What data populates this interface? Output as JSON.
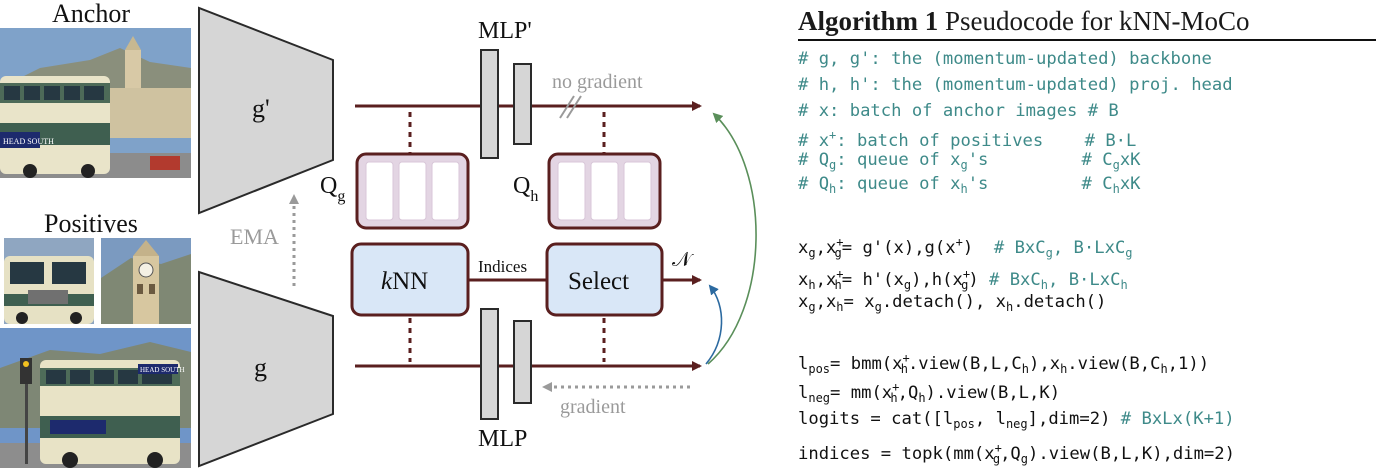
{
  "figure": {
    "anchor_label": "Anchor",
    "positives_label": "Positives",
    "g_prime_label": "g'",
    "g_label": "g",
    "ema_label": "EMA",
    "mlp_prime_label": "MLP'",
    "mlp_label": "MLP",
    "qg_label": "Q",
    "qg_sub": "g",
    "qh_label": "Q",
    "qh_sub": "h",
    "knn_k": "k",
    "knn_rest": "NN",
    "indices_label": "Indices",
    "select_label": "Select",
    "n_label": "𝒩",
    "no_gradient_label": "no gradient",
    "gradient_label": "gradient",
    "bus_sign": "HEAD SOUTH"
  },
  "colors": {
    "encoder_fill": "#d6d6d6",
    "queue_fill": "#e3d5e3",
    "queue_border": "#5a1f1f",
    "block_fill": "#d9e7f7",
    "arrow_dark": "#5a1f1f",
    "arrow_green": "#5a8f5a",
    "arrow_blue": "#2c6aa0",
    "comment_teal": "#3e8a89",
    "muted_gray": "#9a9a9a"
  },
  "algorithm": {
    "title_bold": "Algorithm 1",
    "title_rest": "Pseudocode for kNN-MoCo",
    "comments": [
      "# g, g': the (momentum-updated) backbone",
      "# h, h': the (momentum-updated) proj. head",
      "# x: batch of anchor images # B",
      "# x⁺: batch of positives    # B·L",
      "# Q_g: queue of x_g's       # C_g xK",
      "# Q_h: queue of x_h's       # C_h xK"
    ],
    "code_lines": [
      "x_g ,x⁺_g= g'(x),g(x⁺)  # BxC_g , B·LxC_g",
      "x_h ,x⁺_h= h'(x_g),h(x⁺_g) # BxC_h , B·LxC_h",
      "x_g ,x_h= x_g .detach(), x_h .detach()",
      "l_pos= bmm(x⁺_h .view(B,L,C_h),x_h .view(B,C_h ,1))",
      "l_neg= mm(x⁺_h ,Q_h).view(B,L,K)",
      "logits = cat([l_pos , l_neg],dim=2) # BxLx(K+1)",
      "indices = topk(mm(x⁺_g ,Q_g).view(B,L,K),dim=2)"
    ]
  }
}
